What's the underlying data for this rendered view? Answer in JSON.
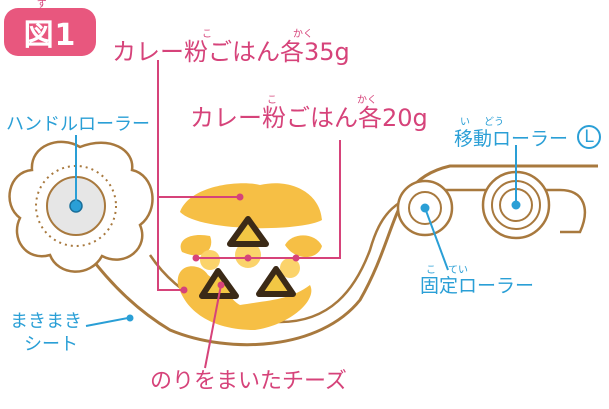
{
  "figure": {
    "badge": "図1",
    "badge_ruby": "ず"
  },
  "labels": {
    "rice35": {
      "text": "カレー粉ごはん各35g",
      "ruby_ko": "こ",
      "ruby_kaku": "かく"
    },
    "rice20": {
      "text": "カレー粉ごはん各20g",
      "ruby_ko": "こ",
      "ruby_kaku": "かく"
    },
    "handle_roller": "ハンドルローラー",
    "moving_roller": {
      "text": "移動ローラー",
      "suffix": "L",
      "ruby_i": "い",
      "ruby_dou": "どう"
    },
    "fixed_roller": {
      "text": "固定ローラー",
      "ruby_ko": "こ",
      "ruby_tei": "てい"
    },
    "rolling_sheet": {
      "line1": "まきまき",
      "line2": "シート"
    },
    "nori_cheese": "のりをまいたチーズ"
  },
  "colors": {
    "pink": "#d6437a",
    "blue": "#2a9fd6",
    "brown": "#a8793e",
    "rice": "#f6bf45",
    "rice_light": "#fbd36b",
    "handle_fill": "#e6e6e6"
  }
}
